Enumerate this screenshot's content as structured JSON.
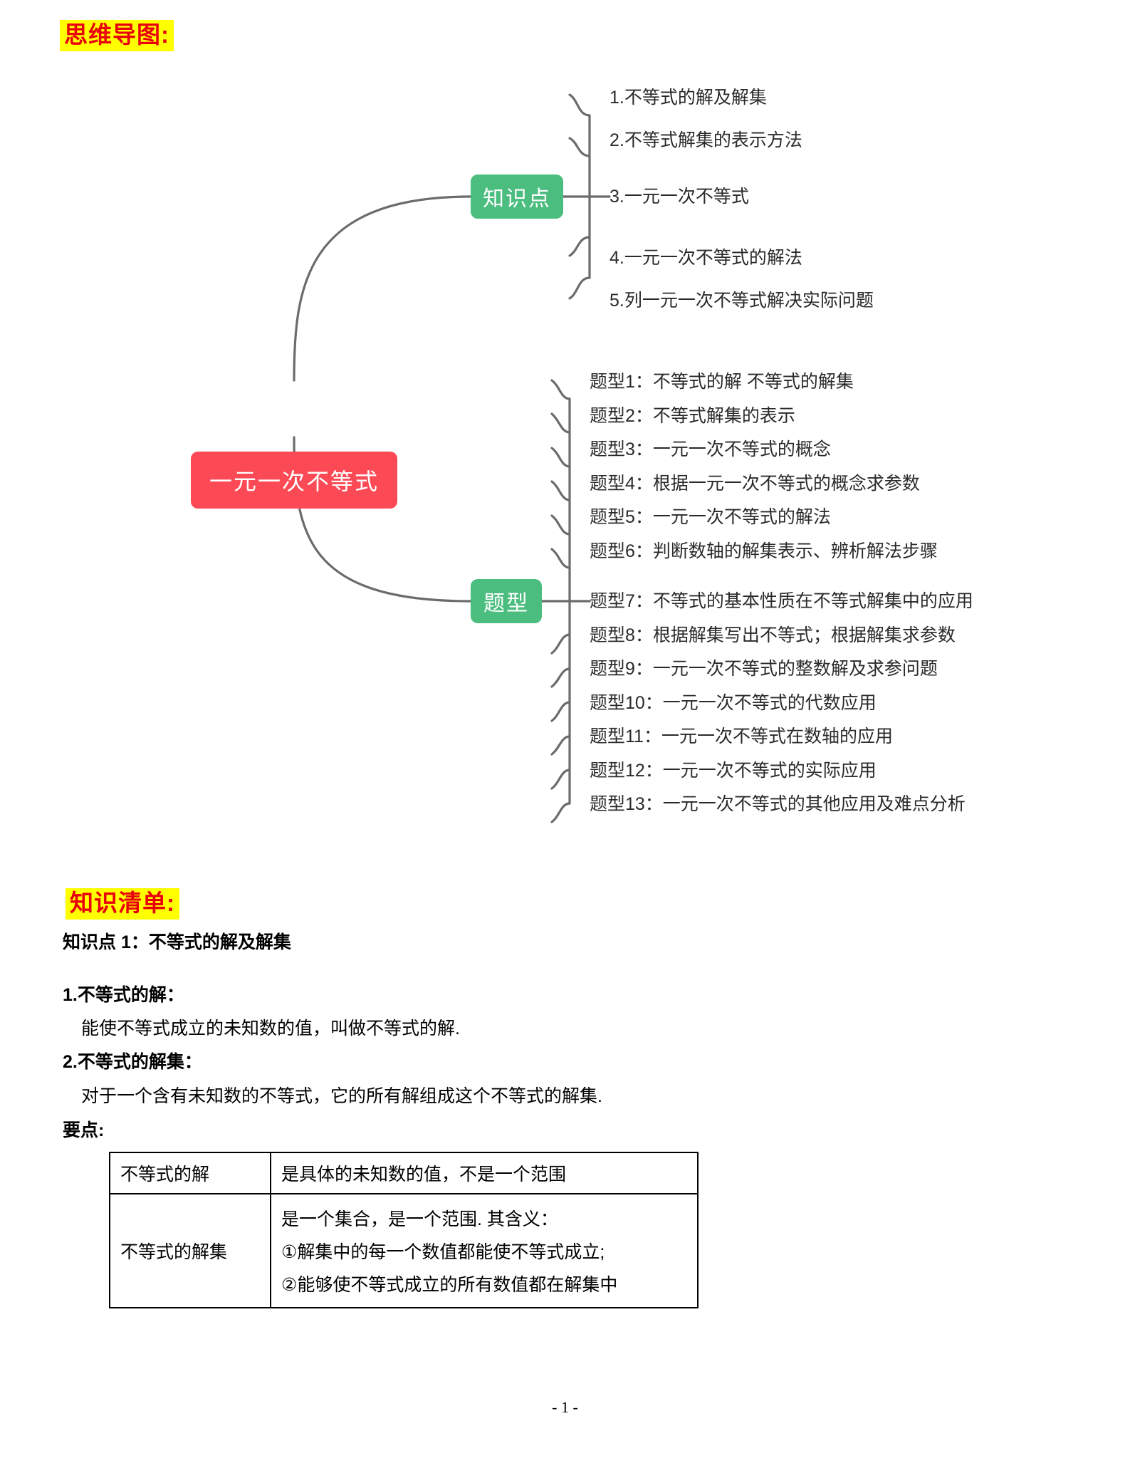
{
  "document": {
    "footer_page_label": "- 1 -"
  },
  "mindmap_section": {
    "heading": "思维导图:",
    "root_node": "一元一次不等式",
    "branches": [
      {
        "node_label": "知识点",
        "items": [
          "1.不等式的解及解集",
          "2.不等式解集的表示方法",
          "3.一元一次不等式",
          "4.一元一次不等式的解法",
          "5.列一元一次不等式解决实际问题"
        ]
      },
      {
        "node_label": "题型",
        "items": [
          "题型1：不等式的解 不等式的解集",
          "题型2：不等式解集的表示",
          "题型3：一元一次不等式的概念",
          "题型4：根据一元一次不等式的概念求参数",
          "题型5：一元一次不等式的解法",
          "题型6：判断数轴的解集表示、辨析解法步骤",
          "题型7：不等式的基本性质在不等式解集中的应用",
          "题型8：根据解集写出不等式；根据解集求参数",
          "题型9：一元一次不等式的整数解及求参问题",
          "题型10：一元一次不等式的代数应用",
          "题型11：一元一次不等式在数轴的应用",
          "题型12：一元一次不等式的实际应用",
          "题型13：一元一次不等式的其他应用及难点分析"
        ]
      }
    ],
    "colors": {
      "root_node_bg": "#fb4a55",
      "branch_node_bg": "#4bbd7e",
      "connector_line": "#6b6b6b",
      "heading_highlight": "#ffff00",
      "heading_text": "#e8000d"
    }
  },
  "knowledge_list_section": {
    "heading": "知识清单:",
    "knowledge_point_title": "知识点 1：不等式的解及解集",
    "entries": [
      {
        "title": "1.不等式的解：",
        "body": "能使不等式成立的未知数的值，叫做不等式的解."
      },
      {
        "title": "2.不等式的解集：",
        "body": "对于一个含有未知数的不等式，它的所有解组成这个不等式的解集."
      }
    ],
    "key_points_label": "要点:",
    "table": {
      "rows": [
        {
          "label": "不等式的解",
          "lines": [
            "是具体的未知数的值，不是一个范围"
          ]
        },
        {
          "label": "不等式的解集",
          "lines": [
            "是一个集合，是一个范围. 其含义：",
            "①解集中的每一个数值都能使不等式成立;",
            "②能够使不等式成立的所有数值都在解集中"
          ]
        }
      ]
    }
  }
}
